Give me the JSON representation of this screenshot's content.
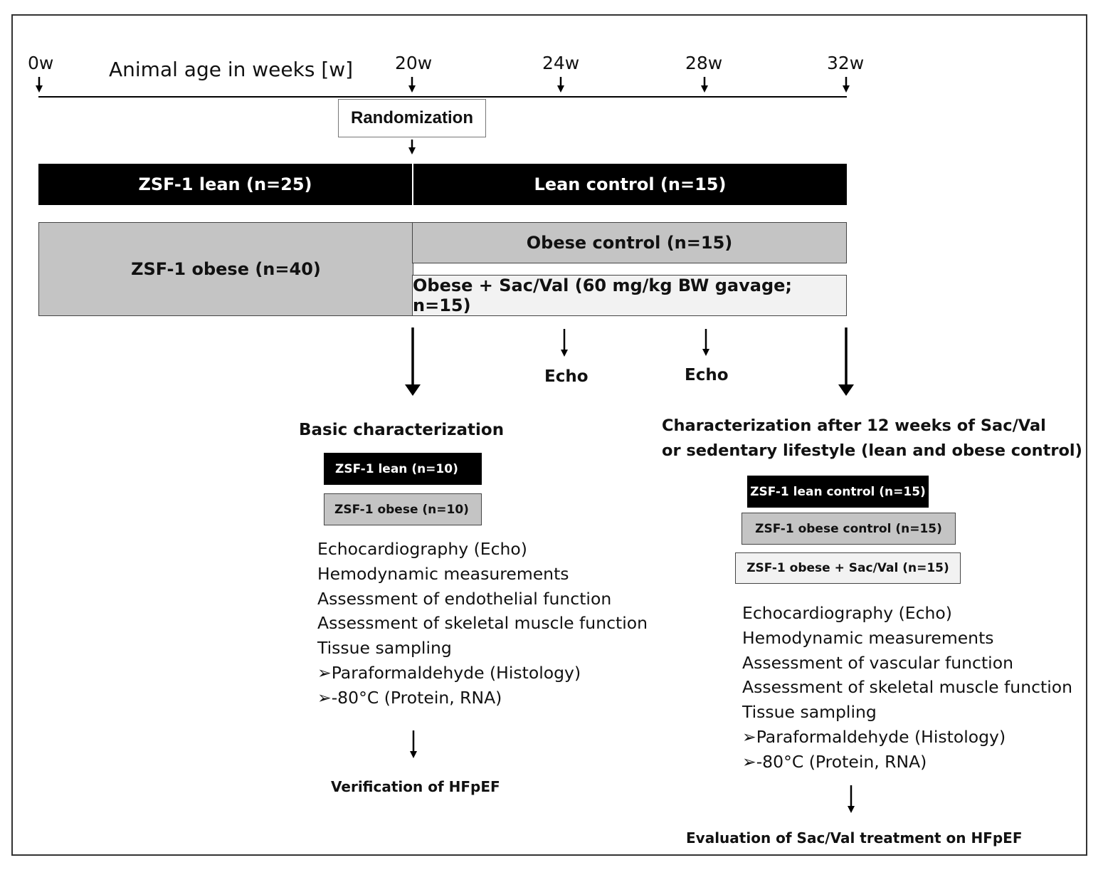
{
  "timeline": {
    "title": "Animal age in weeks [w]",
    "ticks": [
      "0w",
      "20w",
      "24w",
      "28w",
      "32w"
    ]
  },
  "randomization": "Randomization",
  "groups": {
    "lean_before": "ZSF-1 lean (n=25)",
    "lean_after": "Lean control (n=15)",
    "obese_before": "ZSF-1 obese (n=40)",
    "obese_control": "Obese control (n=15)",
    "obese_treated": "Obese + Sac/Val (60 mg/kg BW gavage; n=15)"
  },
  "echo_labels": [
    "Echo",
    "Echo"
  ],
  "basic": {
    "title": "Basic characterization",
    "boxes": [
      "ZSF-1  lean  (n=10)",
      "ZSF-1  obese (n=10)"
    ],
    "items": [
      "Echocardiography (Echo)",
      "Hemodynamic measurements",
      "Assessment of endothelial function",
      "Assessment of skeletal muscle function",
      "Tissue sampling",
      "➢Paraformaldehyde (Histology)",
      "➢-80°C (Protein, RNA)"
    ],
    "outcome": "Verification of HFpEF"
  },
  "after": {
    "title_line1": "Characterization after 12 weeks of Sac/Val",
    "title_line2": "or sedentary lifestyle (lean and obese control)",
    "boxes": [
      "ZSF-1  lean control (n=15)",
      "ZSF-1  obese control  (n=15)",
      "ZSF-1  obese + Sac/Val (n=15)"
    ],
    "items": [
      "Echocardiography (Echo)",
      "Hemodynamic measurements",
      "Assessment of vascular function",
      "Assessment of skeletal muscle function",
      "Tissue sampling",
      "➢Paraformaldehyde (Histology)",
      "➢-80°C (Protein, RNA)"
    ],
    "outcome": "Evaluation of Sac/Val treatment on HFpEF"
  }
}
